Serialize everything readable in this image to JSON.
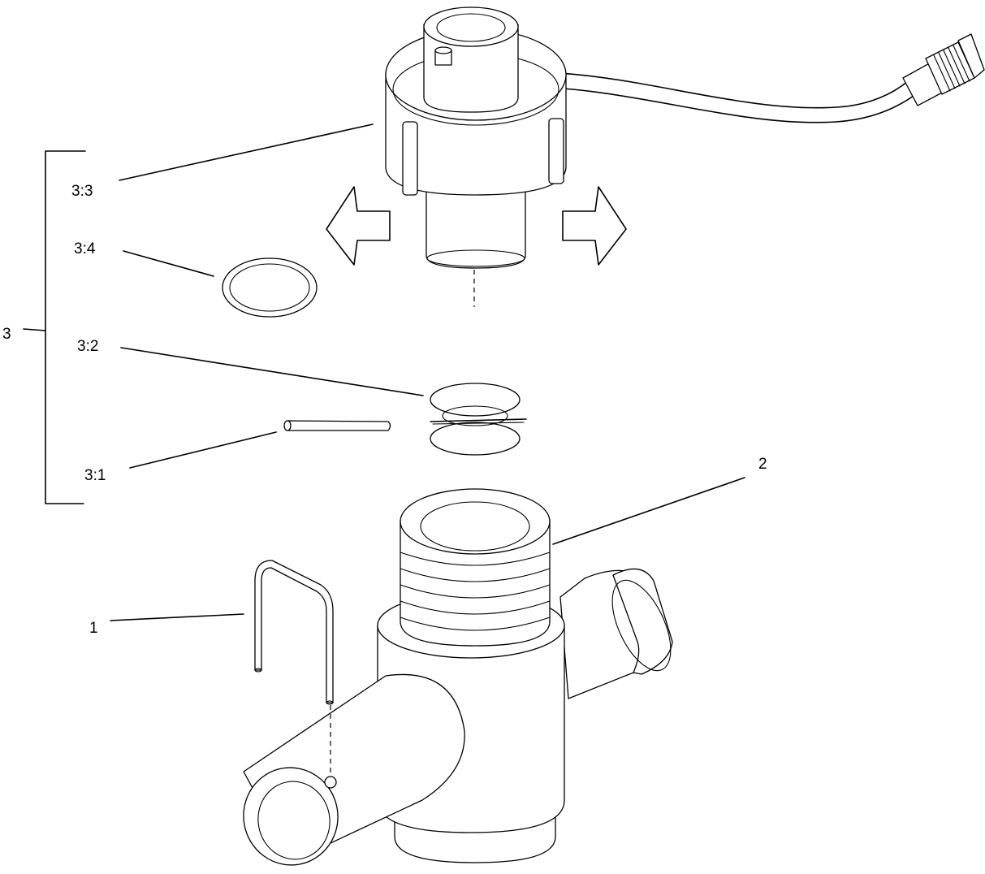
{
  "labels": {
    "group": "3",
    "part_3_3": "3:3",
    "part_3_4": "3:4",
    "part_3_2": "3:2",
    "part_3_1": "3:1",
    "part_2": "2",
    "part_1": "1"
  }
}
